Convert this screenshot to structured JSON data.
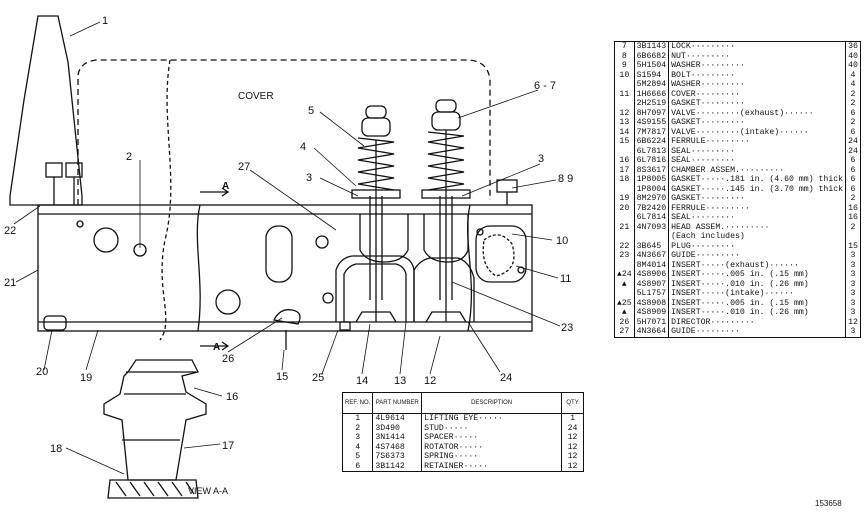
{
  "labels": {
    "cover": "COVER",
    "view": "VIEW A-A",
    "section_a": "A",
    "figure_number": "153658"
  },
  "callouts": [
    "1",
    "2",
    "3",
    "4",
    "5",
    "6 - 7",
    "3",
    "8 9",
    "10",
    "11",
    "12",
    "13",
    "14",
    "15",
    "16",
    "17",
    "18",
    "19",
    "20",
    "21",
    "22",
    "23",
    "24",
    "25",
    "26",
    "27"
  ],
  "small_table": {
    "headers": {
      "ref": "REF. NO.",
      "part": "PART NUMBER",
      "desc": "DESCRIPTION",
      "qty": "QTY"
    },
    "rows": [
      {
        "ref": "1",
        "num": "4L9614",
        "desc": "LIFTING EYE·····",
        "qty": "1"
      },
      {
        "ref": "2",
        "num": "3D490",
        "desc": "STUD·····",
        "qty": "24"
      },
      {
        "ref": "3",
        "num": "3N1414",
        "desc": "SPACER·····",
        "qty": "12"
      },
      {
        "ref": "4",
        "num": "4S7468",
        "desc": "ROTATOR·····",
        "qty": "12"
      },
      {
        "ref": "5",
        "num": "7S6373",
        "desc": "SPRING·····",
        "qty": "12"
      },
      {
        "ref": "6",
        "num": "3B1142",
        "desc": "RETAINER·····",
        "qty": "12"
      }
    ]
  },
  "main_table": {
    "rows": [
      {
        "ref": "7",
        "mark": "",
        "num": "3B1143",
        "desc": "LOCK·········",
        "qty": "36"
      },
      {
        "ref": "8",
        "mark": "",
        "num": "6B6682",
        "desc": "NUT·········",
        "qty": "40"
      },
      {
        "ref": "9",
        "mark": "",
        "num": "5H1504",
        "desc": "WASHER·········",
        "qty": "40"
      },
      {
        "ref": "10",
        "mark": "",
        "num": "S1594",
        "desc": "BOLT·········",
        "qty": "4"
      },
      {
        "ref": "",
        "mark": "",
        "num": "5M2894",
        "desc": "WASHER·········",
        "qty": "4"
      },
      {
        "ref": "11",
        "mark": "",
        "num": "1H6666",
        "desc": "COVER·········",
        "qty": "2"
      },
      {
        "ref": "",
        "mark": "",
        "num": "2H2519",
        "desc": "GASKET·········",
        "qty": "2"
      },
      {
        "ref": "12",
        "mark": "",
        "num": "8H7097",
        "desc": "VALVE·········(exhaust)······",
        "qty": "6"
      },
      {
        "ref": "13",
        "mark": "",
        "num": "4S9155",
        "desc": "GASKET·········",
        "qty": "2"
      },
      {
        "ref": "14",
        "mark": "",
        "num": "7M7817",
        "desc": "VALVE·········(intake)······",
        "qty": "6"
      },
      {
        "ref": "15",
        "mark": "",
        "num": "6B6224",
        "desc": "FERRULE·········",
        "qty": "24"
      },
      {
        "ref": "",
        "mark": "",
        "num": "6L7813",
        "desc": "SEAL·········",
        "qty": "24"
      },
      {
        "ref": "16",
        "mark": "",
        "num": "6L7816",
        "desc": "SEAL·········",
        "qty": "6"
      },
      {
        "ref": "17",
        "mark": "",
        "num": "8S3617",
        "desc": "CHAMBER ASSEM.·········",
        "qty": "6"
      },
      {
        "ref": "18",
        "mark": "",
        "num": "1P8005",
        "desc": "GASKET·····.181 in. (4.60 mm) thick",
        "qty": "6"
      },
      {
        "ref": "",
        "mark": "",
        "num": "1P8004",
        "desc": "GASKET·····.145 in. (3.70 mm) thick",
        "qty": "6"
      },
      {
        "ref": "19",
        "mark": "",
        "num": "8M2970",
        "desc": "GASKET·········",
        "qty": "2"
      },
      {
        "ref": "20",
        "mark": "",
        "num": "7B2420",
        "desc": "FERRULE·········",
        "qty": "16"
      },
      {
        "ref": "",
        "mark": "",
        "num": "6L7814",
        "desc": "SEAL·········",
        "qty": "16"
      },
      {
        "ref": "21",
        "mark": "",
        "num": "4N7093",
        "desc": "HEAD ASSEM.·········",
        "qty": "2"
      },
      {
        "ref": "",
        "mark": "",
        "num": "",
        "desc": "(Each includes)",
        "qty": ""
      },
      {
        "ref": "22",
        "mark": "",
        "num": "3B645",
        "desc": "PLUG·········",
        "qty": "15"
      },
      {
        "ref": "23",
        "mark": "",
        "num": "4N3667",
        "desc": "GUIDE·········",
        "qty": "3"
      },
      {
        "ref": "",
        "mark": "",
        "num": "8M4014",
        "desc": "INSERT·····(exhaust)······",
        "qty": "3"
      },
      {
        "ref": "24",
        "mark": "▲",
        "num": "4S8906",
        "desc": "INSERT·····.005 in. (.15 mm)",
        "qty": "3"
      },
      {
        "ref": "",
        "mark": "▲",
        "num": "4S8907",
        "desc": "INSERT·····.010 in. (.26 mm)",
        "qty": "3"
      },
      {
        "ref": "",
        "mark": "",
        "num": "5L1757",
        "desc": "INSERT·····(intake)······",
        "qty": "3"
      },
      {
        "ref": "25",
        "mark": "▲",
        "num": "4S8908",
        "desc": "INSERT·····.005 in. (.15 mm)",
        "qty": "3"
      },
      {
        "ref": "",
        "mark": "▲",
        "num": "4S8909",
        "desc": "INSERT·····.010 in. (.26 mm)",
        "qty": "3"
      },
      {
        "ref": "26",
        "mark": "",
        "num": "5H7071",
        "desc": "DIRECTOR·········",
        "qty": "12"
      },
      {
        "ref": "27",
        "mark": "",
        "num": "4N3664",
        "desc": "GUIDE·········",
        "qty": "3"
      }
    ]
  }
}
